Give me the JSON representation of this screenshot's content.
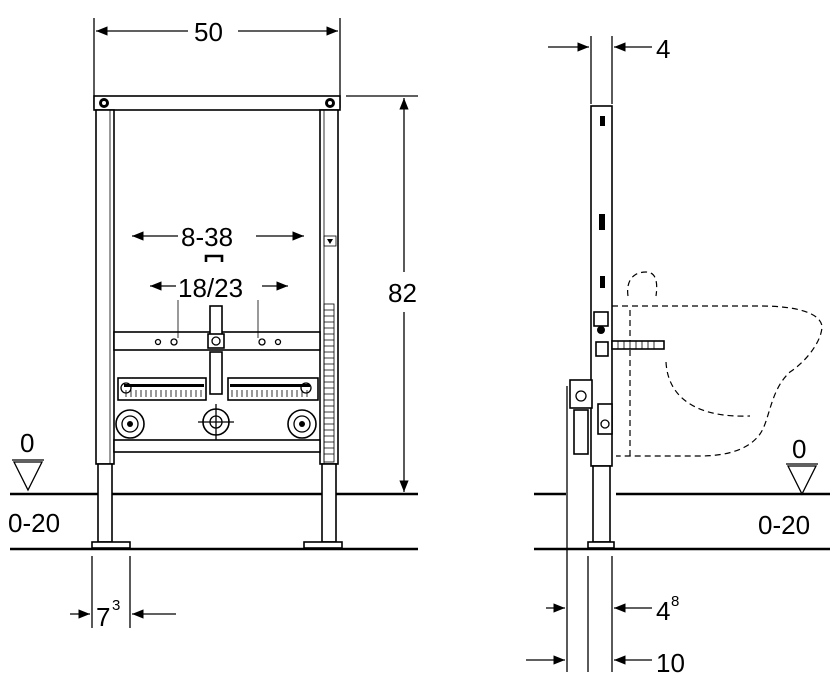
{
  "front_view": {
    "width_label": "50",
    "height_label": "82",
    "connection_range_label": "8-38",
    "fixing_holes_label": "18/23",
    "floor_level_label": "0",
    "floor_range_label": "0-20",
    "foot_offset_main": "7",
    "foot_offset_sup": "3"
  },
  "side_view": {
    "depth_label": "4",
    "floor_level_label": "0",
    "floor_range_label": "0-20",
    "bottom_depth_main": "4",
    "bottom_depth_sup": "8",
    "total_depth_label": "10"
  },
  "icons": {
    "floor_marker": "triangle-down-icon",
    "dimension_arrow": "arrow-icon"
  }
}
